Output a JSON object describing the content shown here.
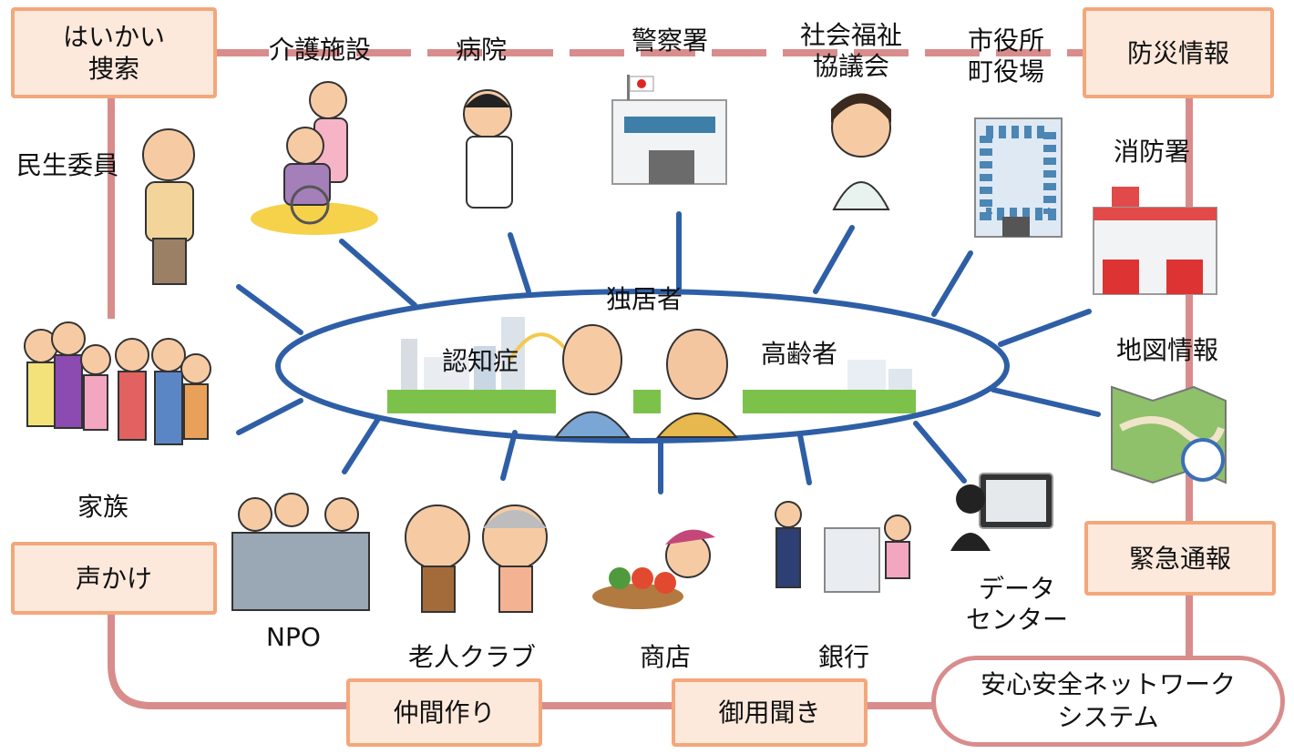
{
  "colors": {
    "track": "#d98c8c",
    "spoke": "#2e5fa6",
    "box_fill": "#fde9dc",
    "box_border": "#f3a77a"
  },
  "center": {
    "top": "独居者",
    "left": "認知症",
    "right": "高齢者"
  },
  "boxes": {
    "search": "はいかい\n捜索",
    "disaster": "防災情報",
    "call": "声かけ",
    "emergency": "緊急通報",
    "friends": "仲間作り",
    "errands": "御用聞き"
  },
  "system": "安心安全ネットワーク\nシステム",
  "nodes": {
    "care": "介護施設",
    "hospital": "病院",
    "police": "警察署",
    "welfare": "社会福祉\n協議会",
    "cityhall": "市役所\n町役場",
    "fire": "消防署",
    "map": "地図情報",
    "volunteer": "民生委員",
    "family": "家族",
    "npo": "NPO",
    "club": "老人クラブ",
    "shop": "商店",
    "bank": "銀行",
    "data": "データ\nセンター"
  }
}
